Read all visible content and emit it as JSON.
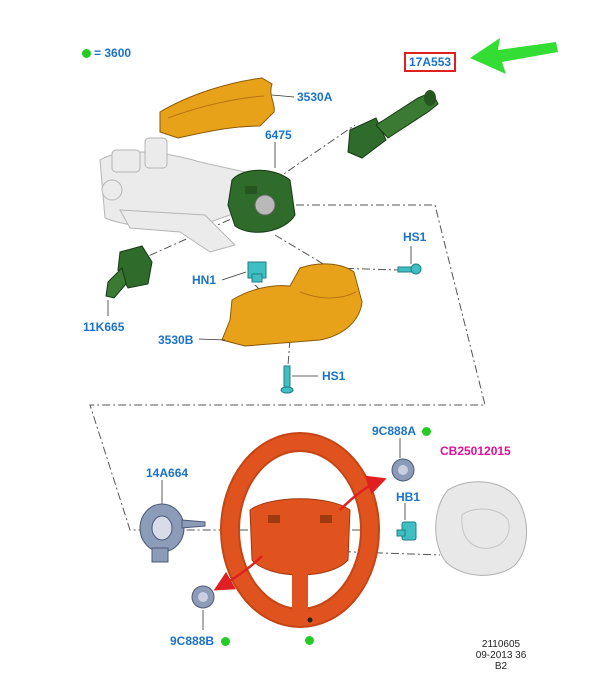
{
  "legend": {
    "value": "= 3600",
    "dot_color": "#22cc22"
  },
  "callouts": {
    "p17A553": "17A553",
    "p3530A": "3530A",
    "p6475": "6475",
    "pHS1_top": "HS1",
    "pHN1": "HN1",
    "p11K665": "11K665",
    "p3530B": "3530B",
    "pHS1_bottom": "HS1",
    "p9C888A": "9C888A",
    "pCB25012015": "CB25012015",
    "p14A664": "14A664",
    "pHB1": "HB1",
    "p9C888B": "9C888B"
  },
  "footer": {
    "line1": "2110605",
    "line2": "09-2013 36",
    "line3": "B2"
  },
  "colors": {
    "blue_label": "#1a73c9",
    "pink_label": "#e0119b",
    "highlight_box": "#e02020",
    "pointer_arrow": "#33dd33",
    "red_arrow": "#e02020",
    "shroud": "#e8a21a",
    "switch_green": "#2f6b2a",
    "fastener_cyan": "#3fbfc4",
    "wheel": "#e0531e",
    "clockspring": "#8c9bb8",
    "airbag": "#e4e4e4"
  }
}
